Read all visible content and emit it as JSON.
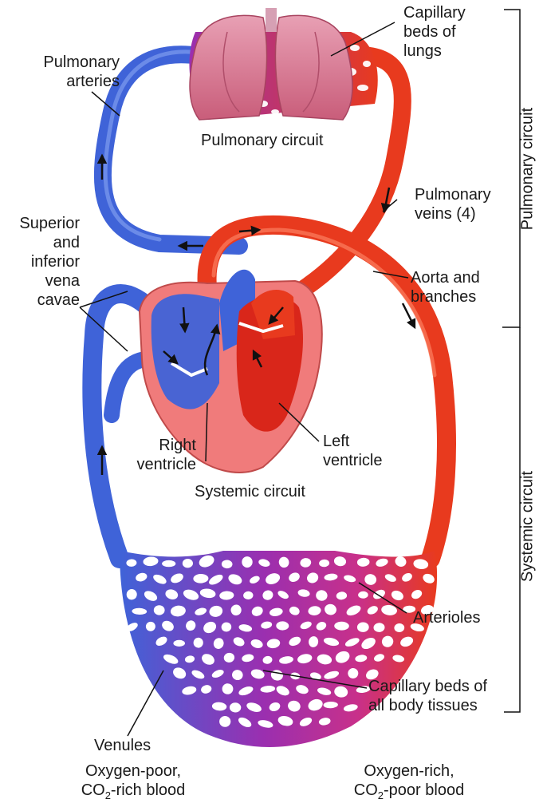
{
  "labels": {
    "capillary_lungs": [
      "Capillary",
      "beds of",
      "lungs"
    ],
    "pulmonary_arteries": [
      "Pulmonary",
      "arteries"
    ],
    "pulmonary_circuit_center": "Pulmonary circuit",
    "pulmonary_veins": [
      "Pulmonary",
      "veins (4)"
    ],
    "vena_cavae": [
      "Superior",
      "and",
      "inferior",
      "vena",
      "cavae"
    ],
    "aorta": [
      "Aorta and",
      "branches"
    ],
    "right_ventricle": [
      "Right",
      "ventricle"
    ],
    "left_ventricle": [
      "Left",
      "ventricle"
    ],
    "systemic_circuit_center": "Systemic circuit",
    "arterioles": "Arterioles",
    "capillary_body": [
      "Capillary beds of",
      "all body tissues"
    ],
    "venules": "Venules",
    "oxygen_poor": [
      "Oxygen-poor,",
      "CO",
      "2",
      "-rich blood"
    ],
    "oxygen_rich": [
      "Oxygen-rich,",
      "CO",
      "2",
      "-poor blood"
    ],
    "side_pulmonary": "Pulmonary circuit",
    "side_systemic": "Systemic circuit"
  },
  "colors": {
    "oxygen_rich": "#e83a1e",
    "oxygen_poor": "#3f63d8",
    "mixed_capillary": "#9a2fb0",
    "lung_pink": "#d9788f",
    "heart_wall": "#f07b7b"
  }
}
